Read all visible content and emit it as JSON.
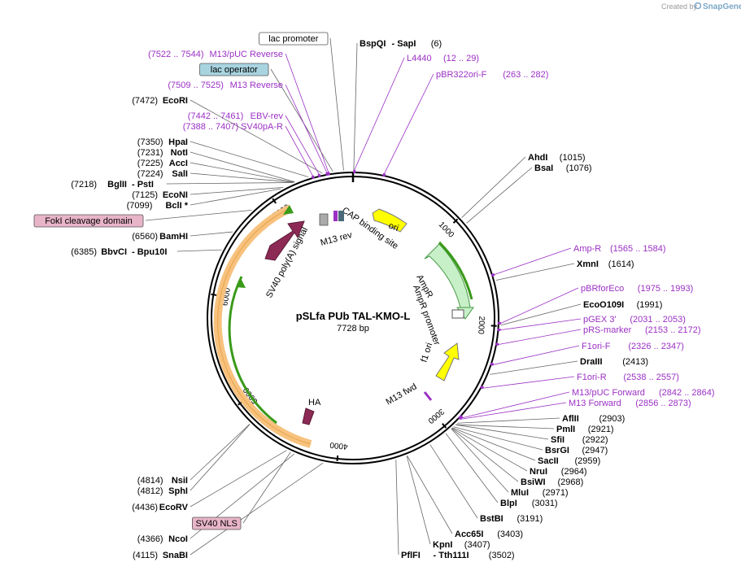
{
  "credit": {
    "text": "Created by",
    "brand": "SnapGene"
  },
  "plasmid": {
    "name": "pSLfa PUb TAL-KMO-L",
    "length": "7728 bp"
  },
  "ruler_ticks": [
    "1000",
    "2000",
    "3000",
    "4000",
    "5000",
    "6000",
    "7000"
  ],
  "colors": {
    "primer": "#9b30c4",
    "ori": "#ffff00",
    "ampr": "#c8f0c8",
    "f1ori": "#ffff00",
    "polyA": "#8c2a55",
    "orange_arc": "#f7c27e",
    "green_arc": "#3a9a1a",
    "lac_operator_box": "#a8d4e0",
    "misc_box": "#e8b4c8"
  },
  "left_labels": [
    {
      "kind": "box",
      "text": "lac promoter"
    },
    {
      "kind": "primer",
      "pos": "(7522 .. 7544)",
      "name": "M13/pUC Reverse"
    },
    {
      "kind": "box_blue",
      "text": "lac operator"
    },
    {
      "kind": "primer",
      "pos": "(7509 .. 7525)",
      "name": "M13 Reverse"
    },
    {
      "kind": "enzyme",
      "pos": "(7472)",
      "name": "EcoRI"
    },
    {
      "kind": "primer",
      "pos": "(7442 .. 7461)",
      "name": "EBV-rev"
    },
    {
      "kind": "primer",
      "pos": "(7388 .. 7407)",
      "name": "SV40pA-R"
    },
    {
      "kind": "enzyme",
      "pos": "(7350)",
      "name": "HpaI"
    },
    {
      "kind": "enzyme",
      "pos": "(7231)",
      "name": "NotI"
    },
    {
      "kind": "enzyme",
      "pos": "(7225)",
      "name": "AccI"
    },
    {
      "kind": "enzyme",
      "pos": "(7224)",
      "name": "SalI"
    },
    {
      "kind": "enzyme",
      "pos": "(7218)",
      "name": "BglII",
      "extra": "- PstI"
    },
    {
      "kind": "enzyme",
      "pos": "(7125)",
      "name": "EcoNI"
    },
    {
      "kind": "enzyme",
      "pos": "(7099)",
      "name": "BclI *"
    },
    {
      "kind": "box_pink",
      "text": "FokI cleavage domain"
    },
    {
      "kind": "enzyme",
      "pos": "(6560)",
      "name": "BamHI"
    },
    {
      "kind": "enzyme",
      "pos": "(6385)",
      "name": "BbvCI",
      "extra": "- Bpu10I"
    },
    {
      "kind": "enzyme",
      "pos": "(4814)",
      "name": "NsiI"
    },
    {
      "kind": "enzyme",
      "pos": "(4812)",
      "name": "SphI"
    },
    {
      "kind": "enzyme",
      "pos": "(4436)",
      "name": "EcoRV"
    },
    {
      "kind": "box_pink",
      "text": "SV40 NLS"
    },
    {
      "kind": "enzyme",
      "pos": "(4366)",
      "name": "NcoI"
    },
    {
      "kind": "enzyme",
      "pos": "(4115)",
      "name": "SnaBI"
    }
  ],
  "right_labels": [
    {
      "kind": "enzyme",
      "name": "BspQI",
      "extra": "- SapI",
      "pos": "(6)"
    },
    {
      "kind": "primer",
      "name": "L4440",
      "pos": "(12 .. 29)"
    },
    {
      "kind": "primer",
      "name": "pBR322ori-F",
      "pos": "(263 .. 282)"
    },
    {
      "kind": "enzyme",
      "name": "AhdI",
      "pos": "(1015)"
    },
    {
      "kind": "enzyme",
      "name": "BsaI",
      "pos": "(1076)"
    },
    {
      "kind": "primer",
      "name": "Amp-R",
      "pos": "(1565 .. 1584)"
    },
    {
      "kind": "enzyme",
      "name": "XmnI",
      "pos": "(1614)"
    },
    {
      "kind": "primer",
      "name": "pBRforEco",
      "pos": "(1975 .. 1993)"
    },
    {
      "kind": "enzyme",
      "name": "EcoO109I",
      "pos": "(1991)"
    },
    {
      "kind": "primer",
      "name": "pGEX 3'",
      "pos": "(2031 .. 2053)"
    },
    {
      "kind": "primer",
      "name": "pRS-marker",
      "pos": "(2153 .. 2172)"
    },
    {
      "kind": "primer",
      "name": "F1ori-F",
      "pos": "(2326 .. 2347)"
    },
    {
      "kind": "enzyme",
      "name": "DraIII",
      "pos": "(2413)"
    },
    {
      "kind": "primer",
      "name": "F1ori-R",
      "pos": "(2538 .. 2557)"
    },
    {
      "kind": "primer",
      "name": "M13/pUC Forward",
      "pos": "(2842 .. 2864)"
    },
    {
      "kind": "primer",
      "name": "M13 Forward",
      "pos": "(2856 .. 2873)"
    },
    {
      "kind": "enzyme",
      "name": "AflII",
      "pos": "(2903)"
    },
    {
      "kind": "enzyme",
      "name": "PmlI",
      "pos": "(2921)"
    },
    {
      "kind": "enzyme",
      "name": "SfiI",
      "pos": "(2922)"
    },
    {
      "kind": "enzyme",
      "name": "BsrGI",
      "pos": "(2947)"
    },
    {
      "kind": "enzyme",
      "name": "SacII",
      "pos": "(2959)"
    },
    {
      "kind": "enzyme",
      "name": "NruI",
      "pos": "(2964)"
    },
    {
      "kind": "enzyme",
      "name": "BsiWI",
      "pos": "(2968)"
    },
    {
      "kind": "enzyme",
      "name": "MluI",
      "pos": "(2971)"
    },
    {
      "kind": "enzyme",
      "name": "BlpI",
      "pos": "(3031)"
    },
    {
      "kind": "enzyme",
      "name": "BstBI",
      "pos": "(3191)"
    },
    {
      "kind": "enzyme",
      "name": "Acc65I",
      "pos": "(3403)"
    },
    {
      "kind": "enzyme",
      "name": "KpnI",
      "pos": "(3407)"
    },
    {
      "kind": "enzyme",
      "name": "PflFI",
      "extra": "- Tth111I",
      "pos": "(3502)"
    }
  ],
  "features": {
    "ori": "ori",
    "ampr": "AmpR",
    "ampr_promoter": "AmpR promoter",
    "f1ori": "f1 ori",
    "m13fwd": "M13 fwd",
    "cap": "CAP binding site",
    "m13rev": "M13 rev",
    "polyA": "SV40 poly(A) signal",
    "ha": "HA"
  }
}
